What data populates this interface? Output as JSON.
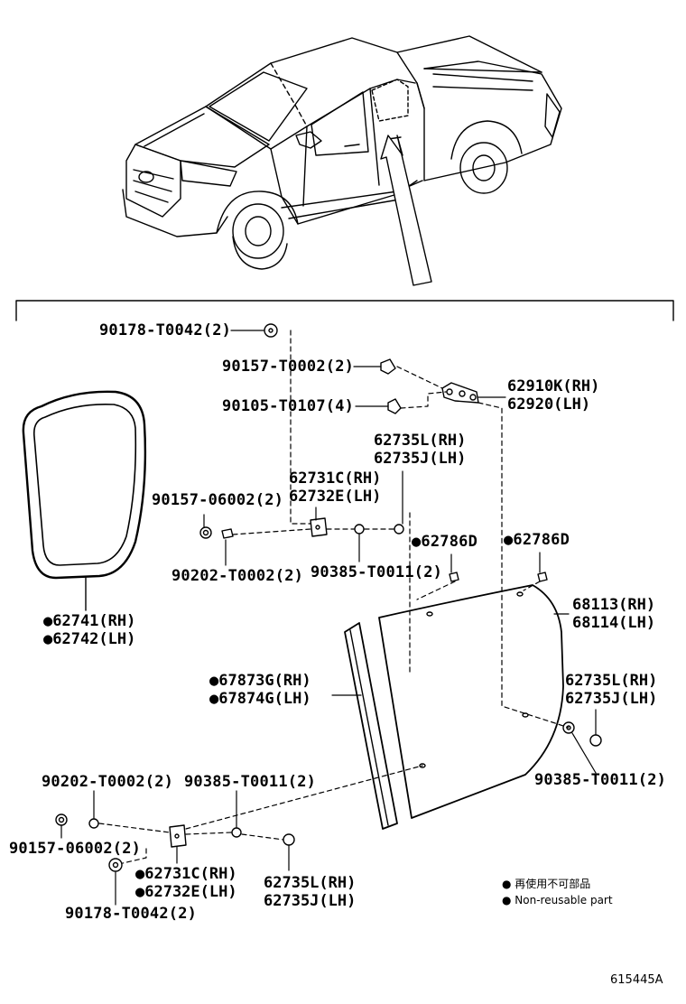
{
  "parts": {
    "p1": "90178-T0042(2)",
    "p2": "90157-T0002(2)",
    "p3": "90105-T0107(4)",
    "p4a": "62910K(RH)",
    "p4b": "62920(LH)",
    "p5a": "62735L(RH)",
    "p5b": "62735J(LH)",
    "p6a": "62731C(RH)",
    "p6b": "62732E(LH)",
    "p7": "90157-06002(2)",
    "p8": "90202-T0002(2)",
    "p9": "90385-T0011(2)",
    "p10": "●62786D",
    "p11": "●62786D",
    "p12a": "68113(RH)",
    "p12b": "68114(LH)",
    "p13a": "●62741(RH)",
    "p13b": "●62742(LH)",
    "p14a": "●67873G(RH)",
    "p14b": "●67874G(LH)",
    "p15a": "62735L(RH)",
    "p15b": "62735J(LH)",
    "p16": "90385-T0011(2)",
    "p17": "90202-T0002(2)",
    "p18": "90385-T0011(2)",
    "p19": "90157-06002(2)",
    "p20a": "●62731C(RH)",
    "p20b": "●62732E(LH)",
    "p21a": "62735L(RH)",
    "p21b": "62735J(LH)",
    "p22": "90178-T0042(2)"
  },
  "legend": {
    "jp": "● 再使用不可部品",
    "en": "● Non-reusable part"
  },
  "figure_code": "615445A"
}
